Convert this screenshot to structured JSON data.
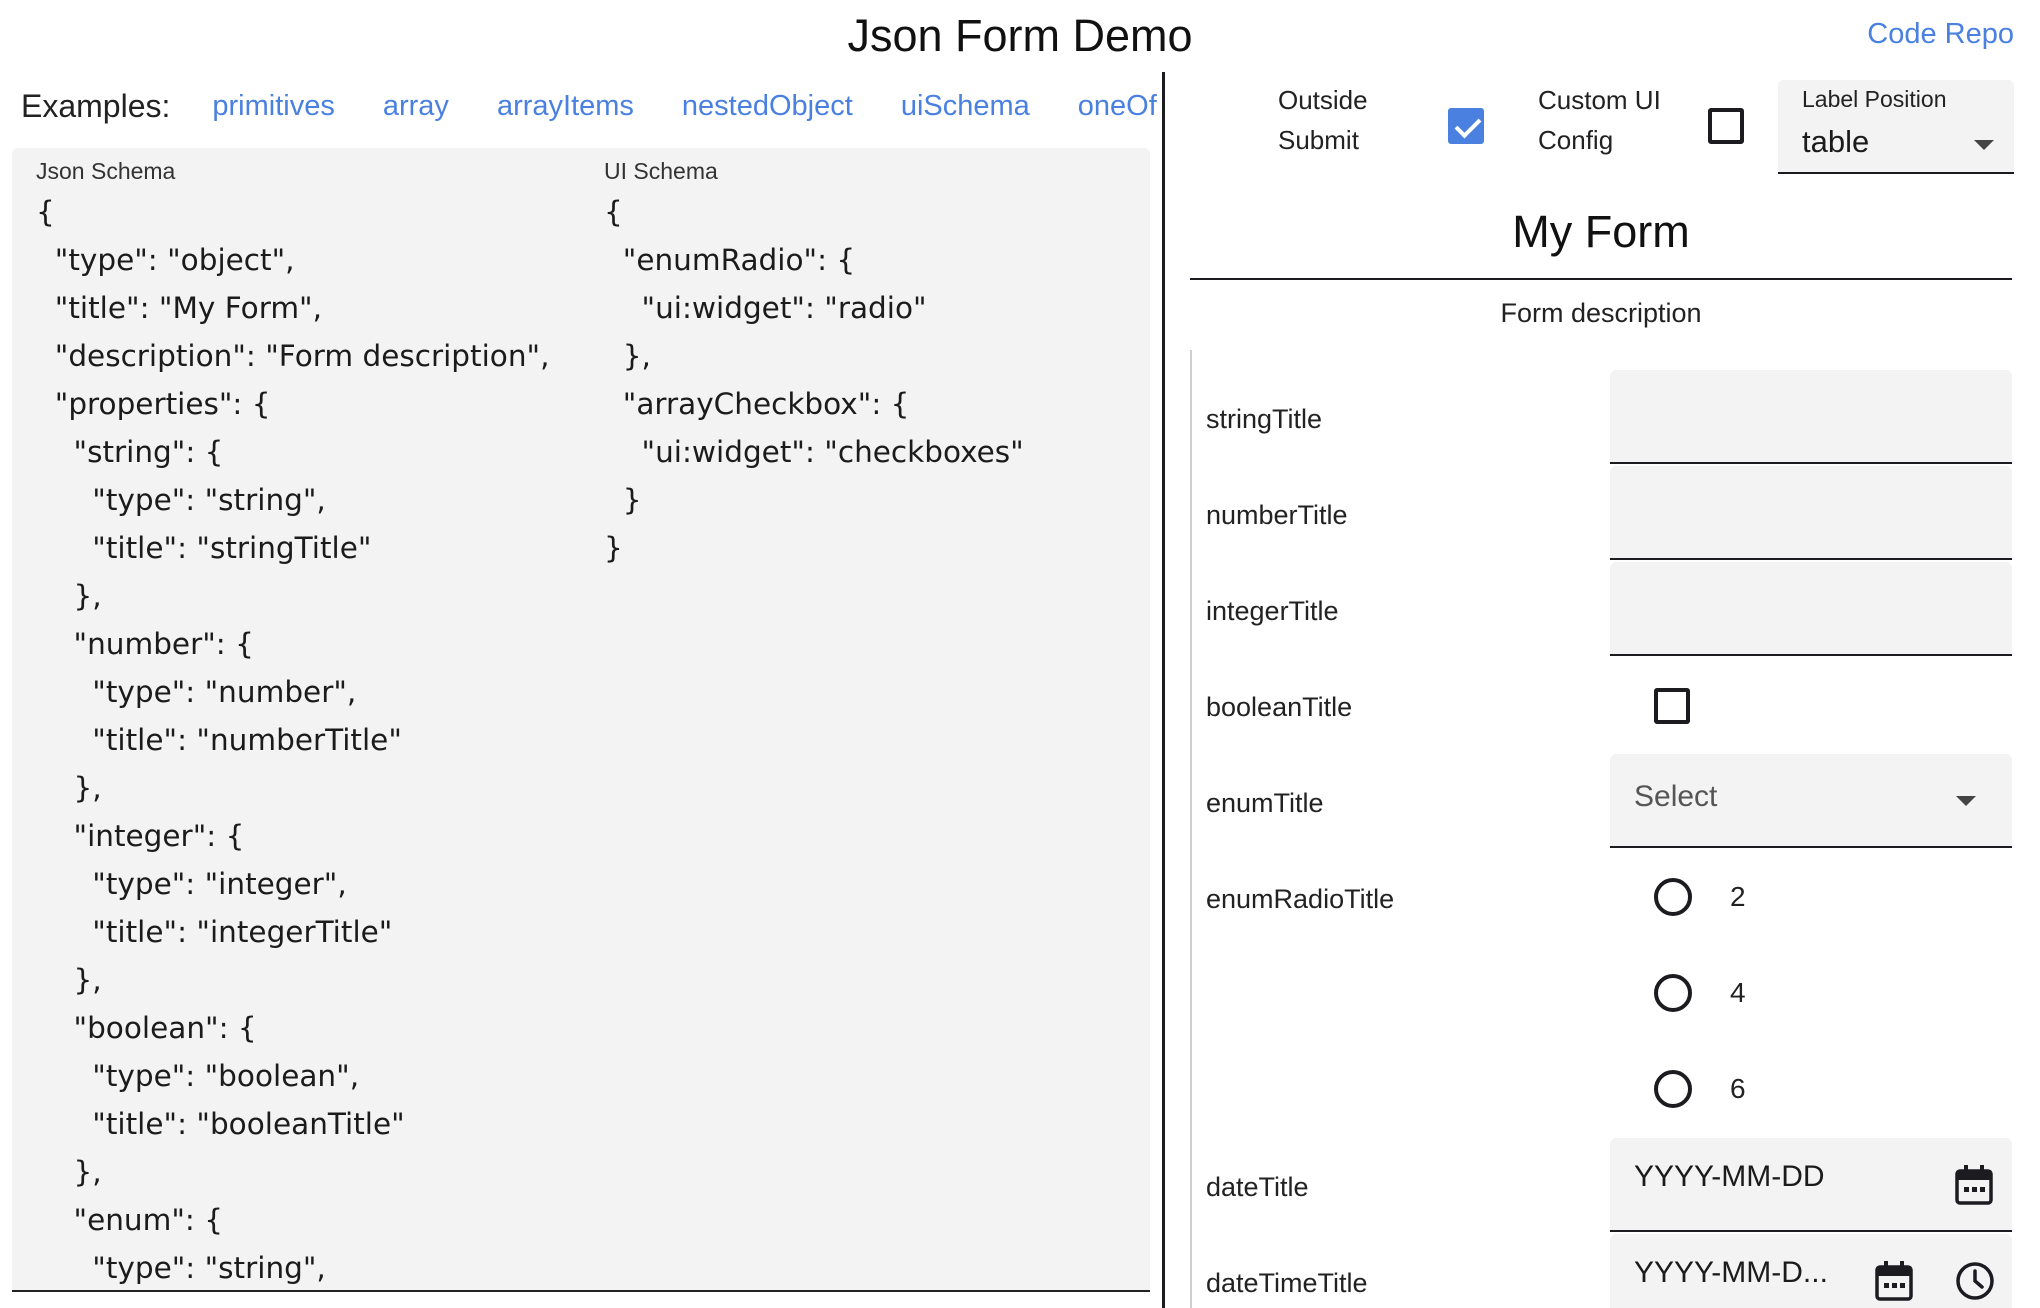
{
  "app": {
    "title": "Json Form Demo",
    "code_repo_link": "Code Repo"
  },
  "examples": {
    "label": "Examples:",
    "links": [
      "primitives",
      "array",
      "arrayItems",
      "nestedObject",
      "uiSchema",
      "oneOf"
    ]
  },
  "json_schema": {
    "label": "Json Schema",
    "code": "{\n  \"type\": \"object\",\n  \"title\": \"My Form\",\n  \"description\": \"Form description\",\n  \"properties\": {\n    \"string\": {\n      \"type\": \"string\",\n      \"title\": \"stringTitle\"\n    },\n    \"number\": {\n      \"type\": \"number\",\n      \"title\": \"numberTitle\"\n    },\n    \"integer\": {\n      \"type\": \"integer\",\n      \"title\": \"integerTitle\"\n    },\n    \"boolean\": {\n      \"type\": \"boolean\",\n      \"title\": \"booleanTitle\"\n    },\n    \"enum\": {\n      \"type\": \"string\","
  },
  "ui_schema": {
    "label": "UI Schema",
    "code": "{\n  \"enumRadio\": {\n    \"ui:widget\": \"radio\"\n  },\n  \"arrayCheckbox\": {\n    \"ui:widget\": \"checkboxes\"\n  }\n}"
  },
  "controls": {
    "outside_submit": {
      "label_line1": "Outside",
      "label_line2": "Submit",
      "checked": true
    },
    "custom_ui_config": {
      "label_line1": "Custom UI",
      "label_line2": "Config",
      "checked": false
    },
    "label_position": {
      "label": "Label Position",
      "value": "table"
    }
  },
  "form": {
    "title": "My Form",
    "description": "Form description",
    "fields": {
      "string": {
        "label": "stringTitle",
        "value": ""
      },
      "number": {
        "label": "numberTitle",
        "value": ""
      },
      "integer": {
        "label": "integerTitle",
        "value": ""
      },
      "boolean": {
        "label": "booleanTitle",
        "checked": false
      },
      "enum": {
        "label": "enumTitle",
        "placeholder": "Select"
      },
      "enum_radio": {
        "label": "enumRadioTitle",
        "options": [
          "2",
          "4",
          "6"
        ]
      },
      "date": {
        "label": "dateTitle",
        "placeholder": "YYYY-MM-DD"
      },
      "date_time": {
        "label": "dateTimeTitle",
        "placeholder": "YYYY-MM-D..."
      }
    }
  },
  "colors": {
    "accent": "#4a80e0",
    "field_bg": "#f3f3f3",
    "text": "#1c1b1f"
  }
}
